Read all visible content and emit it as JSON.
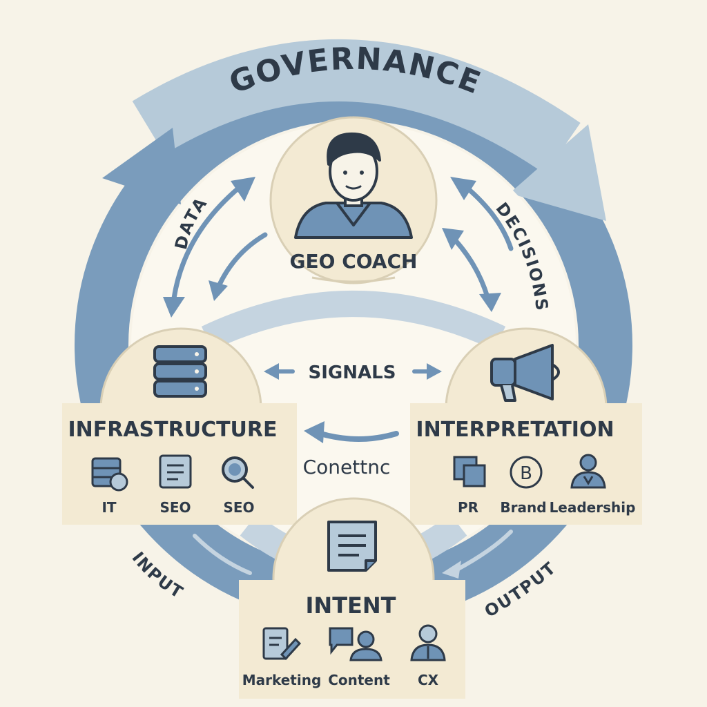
{
  "cycle": {
    "governance": "GOVERNANCE",
    "input": "INPUT",
    "output": "OUTPUT",
    "data": "DATA",
    "decisions": "DECISIONS"
  },
  "coach": {
    "label": "GEO COACH",
    "icon": "person-icon"
  },
  "flows": {
    "signals": "SIGNALS",
    "content": "Conettnc"
  },
  "nodes": {
    "infrastructure": {
      "title": "INFRASTRUCTURE",
      "icon": "server-icon",
      "roles": [
        {
          "label": "IT",
          "icon": "database-icon"
        },
        {
          "label": "SEO",
          "icon": "document-icon"
        },
        {
          "label": "SEO",
          "icon": "magnifier-icon"
        }
      ]
    },
    "interpretation": {
      "title": "INTERPRETATION",
      "icon": "megaphone-icon",
      "roles": [
        {
          "label": "PR",
          "icon": "flag-icon"
        },
        {
          "label": "Brand",
          "icon": "brand-b-icon"
        },
        {
          "label": "Leadership",
          "icon": "people-icon"
        }
      ]
    },
    "intent": {
      "title": "INTENT",
      "icon": "document-icon",
      "roles": [
        {
          "label": "Marketing",
          "icon": "pencil-document-icon"
        },
        {
          "label": "Content",
          "icon": "chat-user-icon"
        },
        {
          "label": "CX",
          "icon": "user-tie-icon"
        }
      ]
    }
  },
  "colors": {
    "background": "#f7f3e8",
    "ring_dark": "#7a9cbc",
    "ring_light": "#b6cad9",
    "panel": "#f3ead3",
    "panel_border": "#d9cfb5",
    "icon_fill": "#6f93b6",
    "ink": "#2e3a48"
  }
}
